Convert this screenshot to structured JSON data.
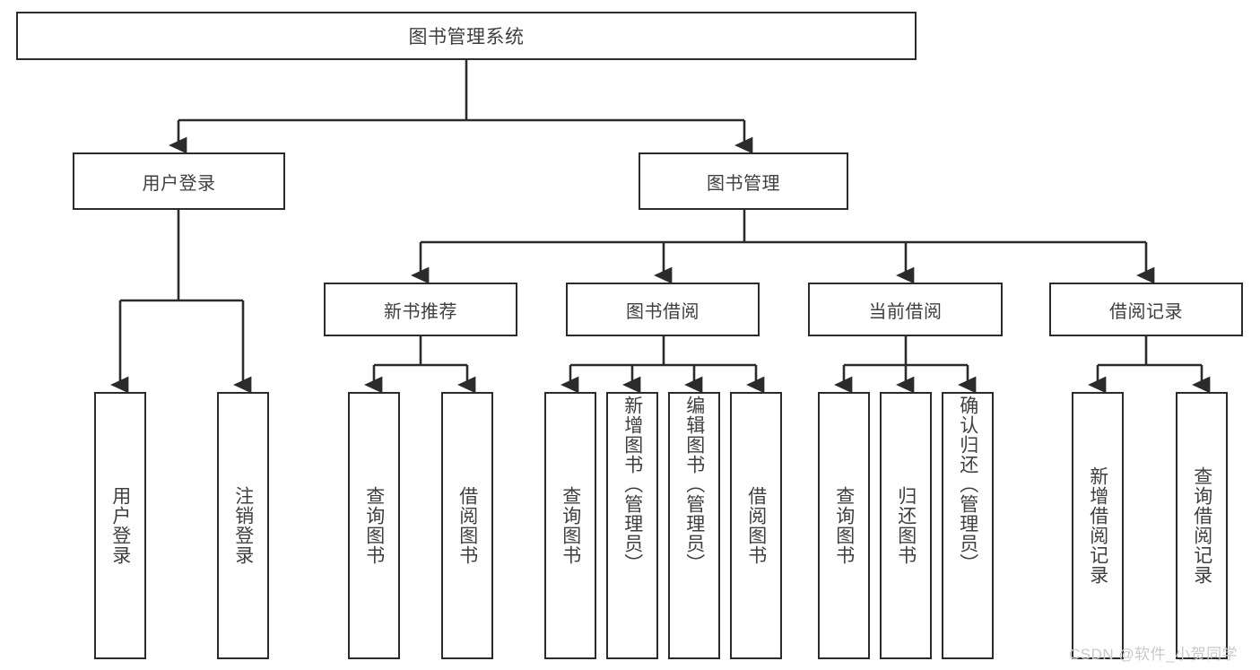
{
  "diagram": {
    "title": "图书管理系统",
    "root": {
      "label": "图书管理系统"
    },
    "level2": [
      {
        "label": "用户登录"
      },
      {
        "label": "图书管理"
      }
    ],
    "level3": [
      {
        "label": "新书推荐"
      },
      {
        "label": "图书借阅"
      },
      {
        "label": "当前借阅"
      },
      {
        "label": "借阅记录"
      }
    ],
    "leaves": {
      "user_login": [
        {
          "label": "用户登录"
        },
        {
          "label": "注销登录"
        }
      ],
      "new_book_recommend": [
        {
          "label": "查询图书"
        },
        {
          "label": "借阅图书"
        }
      ],
      "book_borrow": [
        {
          "label": "查询图书"
        },
        {
          "label": "新增图书（管理员）"
        },
        {
          "label": "编辑图书（管理员）"
        },
        {
          "label": "借阅图书"
        }
      ],
      "current_borrow": [
        {
          "label": "查询图书"
        },
        {
          "label": "归还图书"
        },
        {
          "label": "确认归还（管理员）"
        }
      ],
      "borrow_record": [
        {
          "label": "新增借阅记录"
        },
        {
          "label": "查询借阅记录"
        }
      ]
    }
  },
  "watermark": {
    "text": "CSDN @软件_小贺同学"
  }
}
